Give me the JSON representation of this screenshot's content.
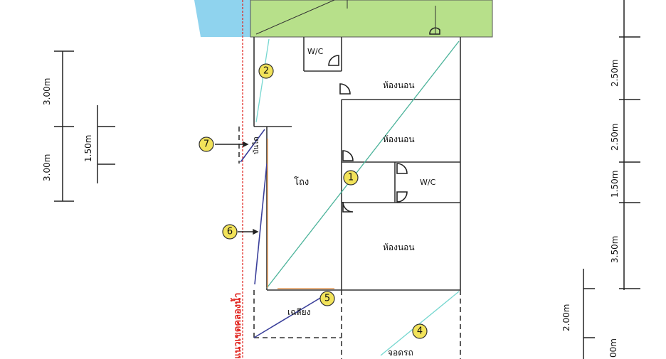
{
  "rooms": {
    "wc_top": "W/C",
    "bedroom_1": "ห้องนอน",
    "bedroom_2": "ห้องนอน",
    "wc_mid": "W/C",
    "hall": "โถง",
    "bedroom_3": "ห้องนอน",
    "porch": "เฉลียง",
    "parking": "จอดรถ",
    "side_small": "บันได"
  },
  "boundary_label": "แนวเขตคลองน้ำ",
  "markers": [
    "1",
    "2",
    "4",
    "5",
    "6",
    "7"
  ],
  "left_dimensions": {
    "upper": "3.00m",
    "lower": "3.00m",
    "inner": "1.50m"
  },
  "right_dimensions": [
    "2.50m",
    "2.50m",
    "1.50m",
    "3.50m"
  ],
  "right_dim_inner": [
    "2.00m",
    "00m"
  ],
  "colors": {
    "water": "#8fd3ee",
    "lawn": "#b7e08a",
    "teal_line": "#4bb39a",
    "cyan_line": "#76d7d0",
    "navy_line": "#3a3f9a",
    "orange_line": "#e39a5a",
    "boundary_red": "#e0201a",
    "marker_fill": "#f2e35a"
  }
}
